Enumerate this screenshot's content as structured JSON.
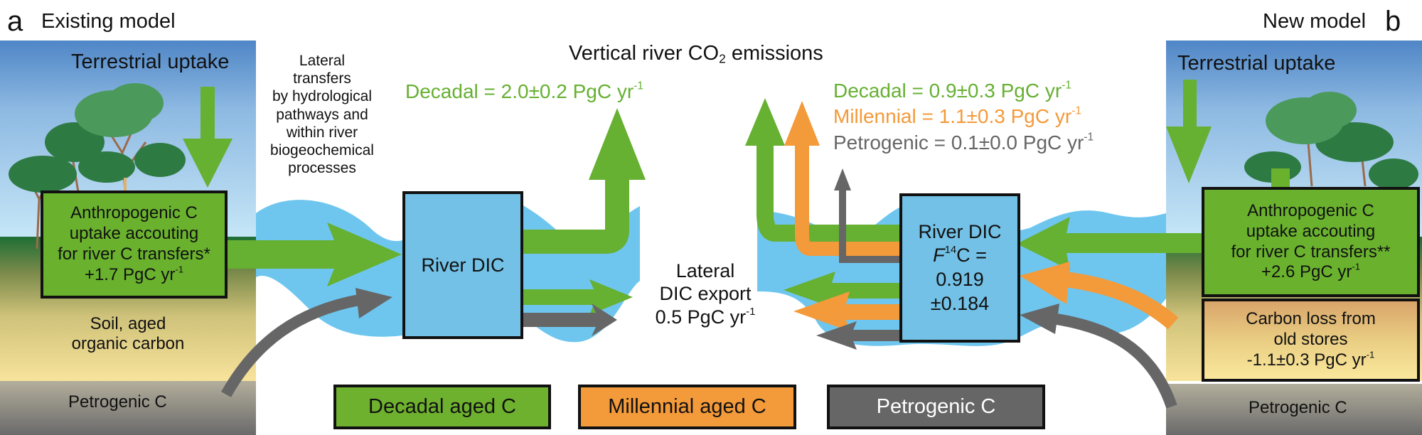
{
  "colors": {
    "decadal": "#66b032",
    "millennial": "#f39a3a",
    "petrogenic": "#666666",
    "river": "#6ec6ef",
    "river_box": "#73c1e6",
    "anthro_box": "#6ab22e"
  },
  "panel_a": {
    "letter": "a",
    "title": "Existing model",
    "terrestrial_uptake": "Terrestrial uptake",
    "anthro_box": {
      "lines": [
        "Anthropogenic C",
        "uptake accouting",
        "for river C transfers*"
      ],
      "value": "+1.7 PgC yr",
      "value_sup": "-1"
    },
    "soil_label": [
      "Soil, aged",
      "organic carbon"
    ],
    "petrogenic_label": "Petrogenic C",
    "lateral_transfers_label": [
      "Lateral",
      "transfers",
      "by hydrological",
      "pathways and",
      "within river",
      "biogeochemical",
      "processes"
    ],
    "river_dic_box": "River DIC",
    "decadal_emission": {
      "text": "Decadal = 2.0±0.2 PgC yr",
      "sup": "-1"
    }
  },
  "center": {
    "vertical_emissions_title": {
      "pre": "Vertical river CO",
      "sub": "2",
      "post": " emissions"
    },
    "lateral_export": {
      "lines": [
        "Lateral",
        "DIC export"
      ],
      "value": "0.5 PgC yr",
      "value_sup": "-1"
    }
  },
  "panel_b": {
    "letter": "b",
    "title": "New model",
    "terrestrial_uptake": "Terrestrial uptake",
    "emissions": [
      {
        "text": "Decadal = 0.9±0.3 PgC yr",
        "sup": "-1",
        "category": "decadal"
      },
      {
        "text": "Millennial = 1.1±0.3 PgC yr",
        "sup": "-1",
        "category": "millennial"
      },
      {
        "text": "Petrogenic = 0.1±0.0 PgC yr",
        "sup": "-1",
        "category": "petrogenic"
      }
    ],
    "river_dic_box": {
      "title": "River DIC",
      "f14c_italic": "F",
      "f14c_sup": "14",
      "f14c_rest": "C =",
      "value": "0.919",
      "uncertainty": "±0.184"
    },
    "anthro_box": {
      "lines": [
        "Anthropogenic C",
        "uptake accouting",
        "for river C transfers**"
      ],
      "value": "+2.6 PgC yr",
      "value_sup": "-1"
    },
    "carbon_loss_box": {
      "lines": [
        "Carbon loss from",
        "old stores"
      ],
      "value": "-1.1±0.3 PgC yr",
      "value_sup": "-1"
    },
    "petrogenic_label": "Petrogenic C"
  },
  "legend": [
    {
      "label": "Decadal aged C",
      "category": "decadal"
    },
    {
      "label": "Millennial aged C",
      "category": "millennial"
    },
    {
      "label": "Petrogenic C",
      "category": "petrogenic"
    }
  ]
}
